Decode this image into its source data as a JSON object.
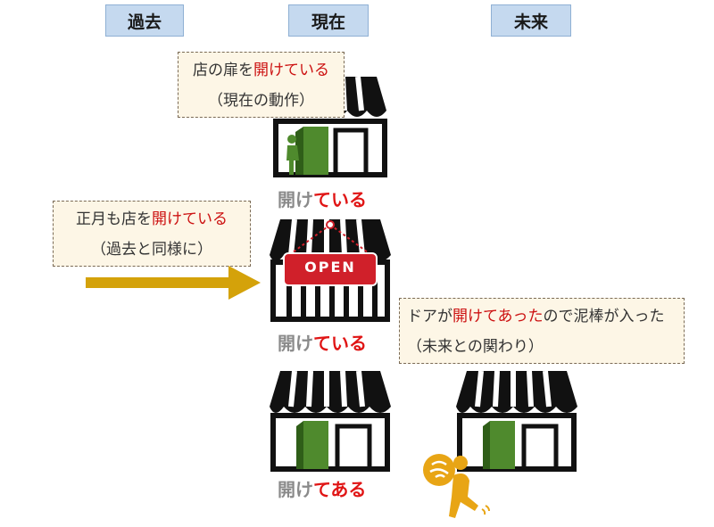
{
  "headers": {
    "past": "過去",
    "present": "現在",
    "future": "未来"
  },
  "note_present": {
    "line1_a": "店の扉を",
    "line1_red": "開けている",
    "line2": "（現在の動作）"
  },
  "note_past": {
    "line1_a": "正月も店を",
    "line1_red": "開けている",
    "line2": "（過去と同様に）"
  },
  "note_future": {
    "line1_a": "ドアが",
    "line1_red": "開けてあった",
    "line1_b": "ので泥棒が入った",
    "line2": "（未来との関わり）"
  },
  "sign_text": "OPEN",
  "captions": [
    {
      "gray": "開け",
      "red": "ている"
    },
    {
      "gray": "開け",
      "red": "ている"
    },
    {
      "gray": "開け",
      "red": "てある"
    }
  ],
  "colors": {
    "red": "#cc1010",
    "awning": "#111111",
    "door_green": "#4f8a2d",
    "arrow": "#d4a20a",
    "thief": "#e8a515",
    "sign": "#d0202a",
    "header_bg": "#c5d9ef",
    "note_bg": "#fdf6e6"
  }
}
